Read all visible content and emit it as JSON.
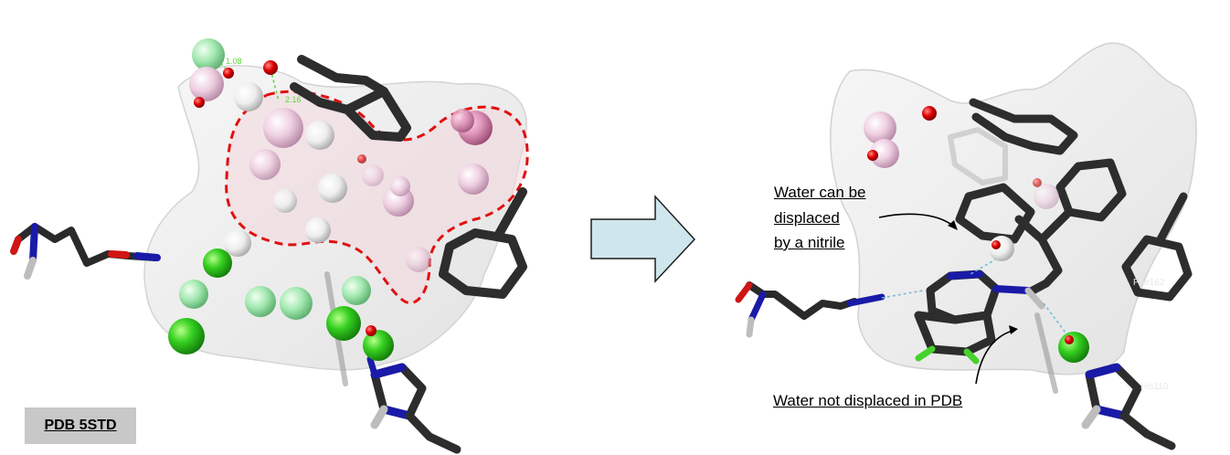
{
  "left_panel": {
    "badge_text": "PDB 5STD",
    "distance_labels": [
      "1.08",
      "2.16"
    ]
  },
  "right_panel": {
    "annotation_displaced": {
      "line1": "Water can be",
      "line2": "displaced",
      "line3": "by a nitrile"
    },
    "annotation_not_displaced": "Water not displaced in PDB",
    "residue_labels": [
      "Phe162",
      "His110"
    ]
  },
  "colors": {
    "displaced_region_outline": "#e01010",
    "water_green": "#2fc21f",
    "water_pink": "#e8b8d0",
    "arrow_fill": "#cfe6ec",
    "badge_background": "#c8c8c8"
  }
}
